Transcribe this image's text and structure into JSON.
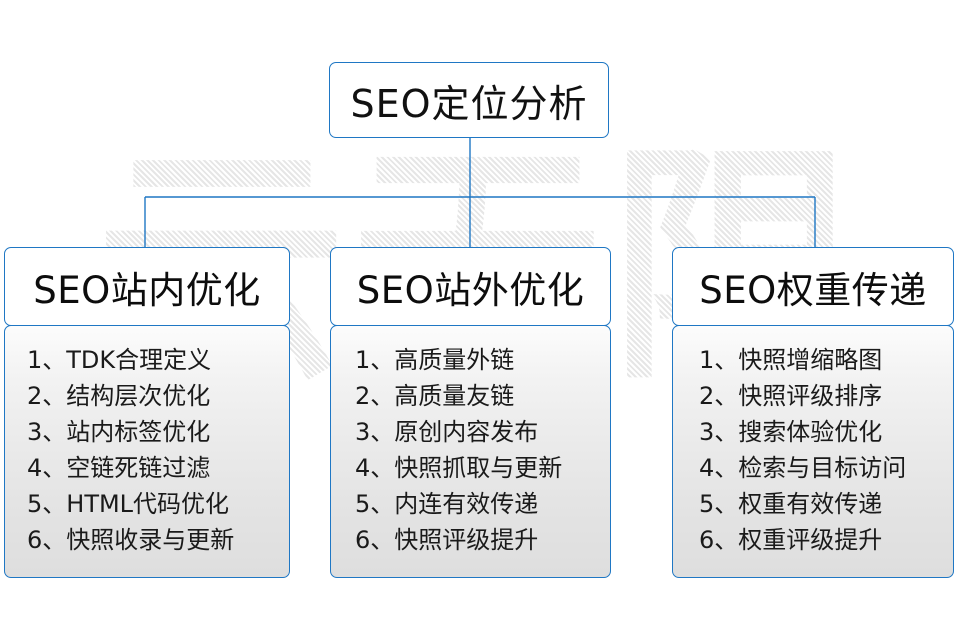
{
  "watermark": {
    "text": "云无限"
  },
  "root": {
    "title": "SEO定位分析"
  },
  "columns": [
    {
      "title": "SEO站内优化",
      "items": [
        "1、TDK合理定义",
        "2、结构层次优化",
        "3、站内标签优化",
        "4、空链死链过滤",
        "5、HTML代码优化",
        "6、快照收录与更新"
      ]
    },
    {
      "title": "SEO站外优化",
      "items": [
        "1、高质量外链",
        "2、高质量友链",
        "3、原创内容发布",
        "4、快照抓取与更新",
        "5、内连有效传递",
        "6、快照评级提升"
      ]
    },
    {
      "title": "SEO权重传递",
      "items": [
        "1、快照增缩略图",
        "2、快照评级排序",
        "3、搜索体验优化",
        "4、检索与目标访问",
        "5、权重有效传递",
        "6、权重评级提升"
      ]
    }
  ],
  "colors": {
    "border": "#1f77c4",
    "connector": "#1f77c4",
    "text": "#111111",
    "body_bg_top": "#fcfcfc",
    "body_bg_bottom": "#dedede",
    "watermark": "#e6e6e6",
    "page_bg": "#ffffff"
  }
}
